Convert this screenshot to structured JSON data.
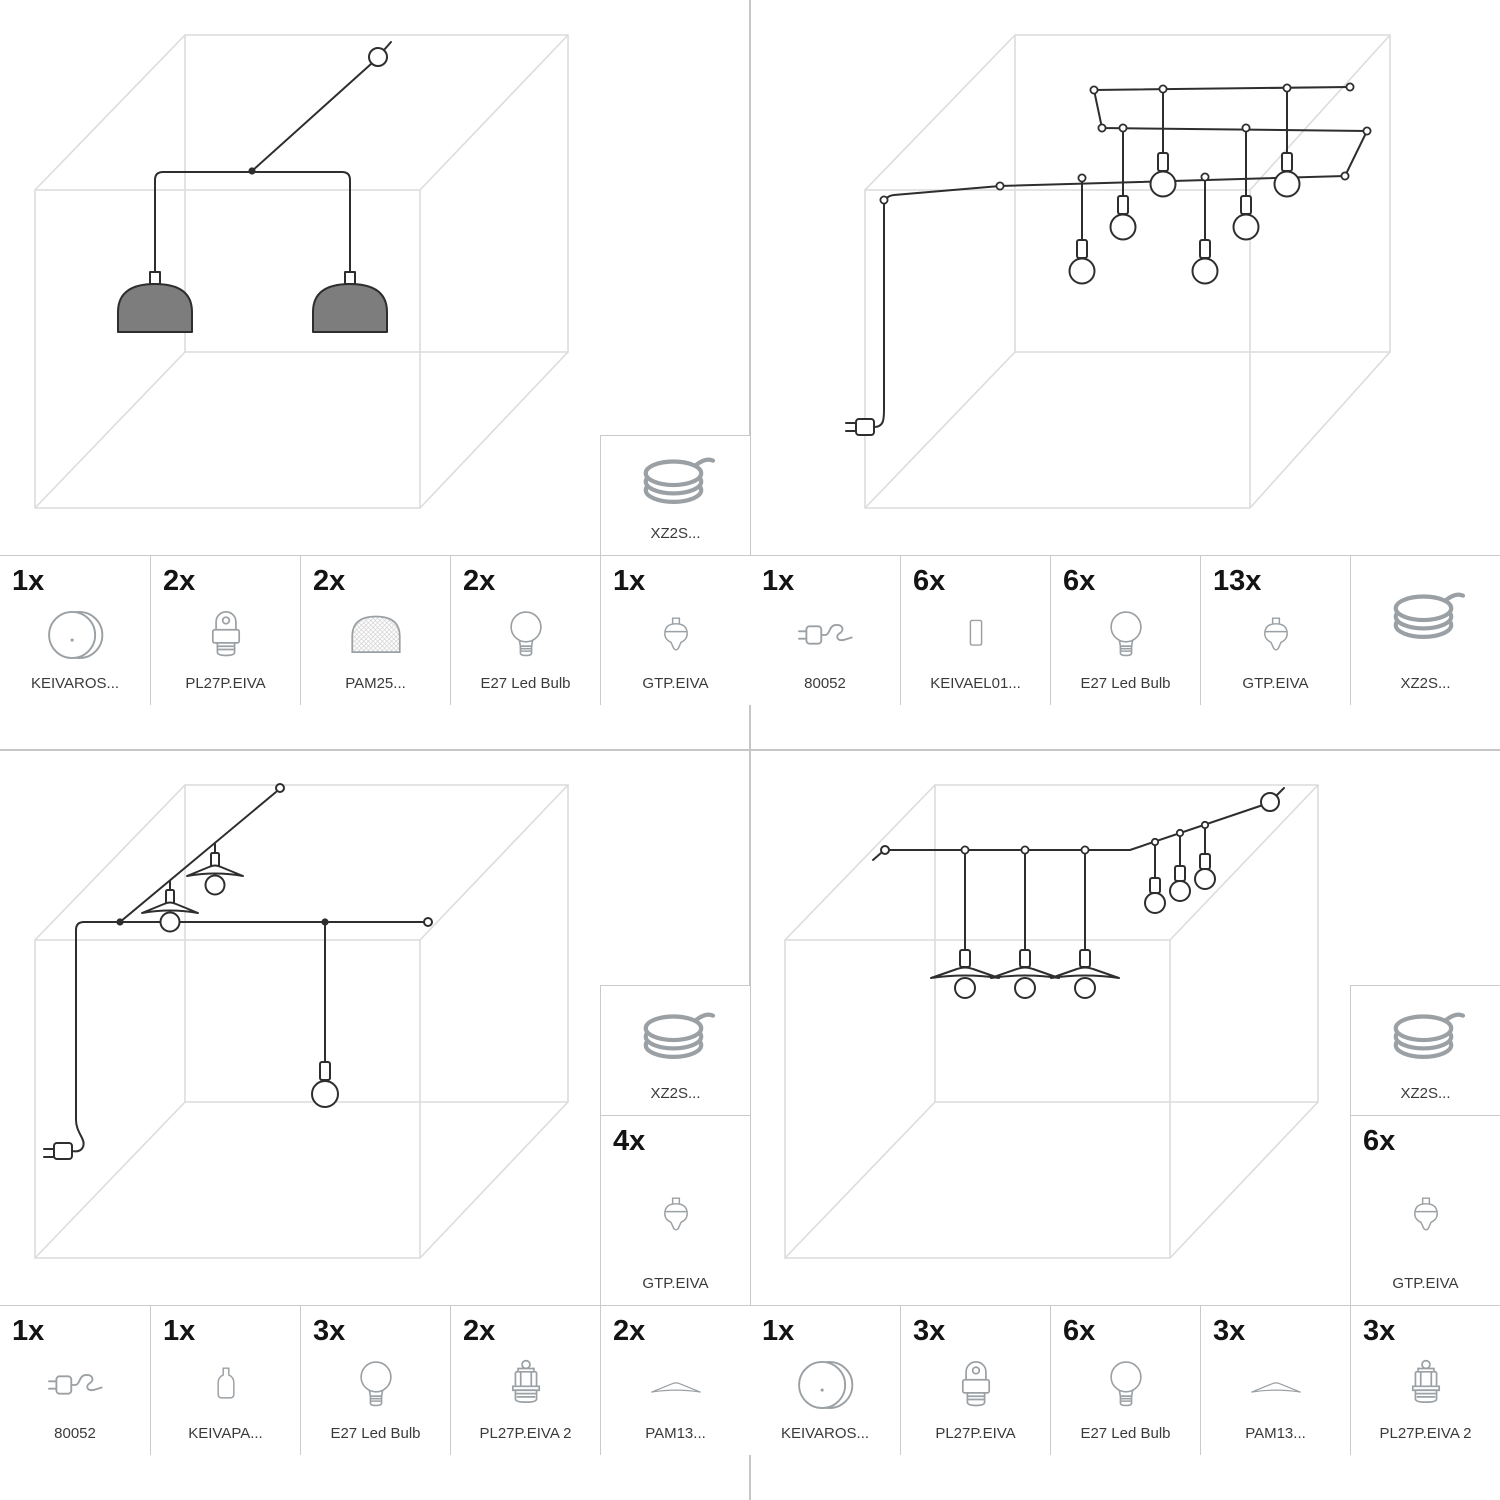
{
  "colors": {
    "cable": "#2e2e2e",
    "room_wireframe": "#dcdcdc",
    "icon_gray": "#9aa0a4",
    "shade_fill": "#7d7d7d",
    "cell_border": "#cacaca"
  },
  "quadrants": {
    "q1": {
      "side": [
        {
          "label": "XZ2S...",
          "icon": "cable-coil-icon"
        }
      ],
      "parts": [
        {
          "qty": "1x",
          "label": "KEIVAROS...",
          "icon": "ceiling-rose-icon"
        },
        {
          "qty": "2x",
          "label": "PL27P.EIVA",
          "icon": "lamp-holder-icon"
        },
        {
          "qty": "2x",
          "label": "PAM25...",
          "icon": "dome-lampshade-icon"
        },
        {
          "qty": "2x",
          "label": "E27 Led Bulb",
          "icon": "led-bulb-icon"
        },
        {
          "qty": "1x",
          "label": "GTP.EIVA",
          "icon": "cable-decentralizer-icon"
        }
      ]
    },
    "q2": {
      "parts": [
        {
          "qty": "1x",
          "label": "80052",
          "icon": "power-plug-icon"
        },
        {
          "qty": "6x",
          "label": "KEIVAEL01...",
          "icon": "connection-cover-icon"
        },
        {
          "qty": "6x",
          "label": "E27 Led Bulb",
          "icon": "led-bulb-icon"
        },
        {
          "qty": "13x",
          "label": "GTP.EIVA",
          "icon": "cable-decentralizer-icon"
        },
        {
          "label": "XZ2S...",
          "icon": "cable-coil-icon"
        }
      ]
    },
    "q3": {
      "side": [
        {
          "label": "XZ2S...",
          "icon": "cable-coil-icon"
        },
        {
          "qty": "4x",
          "label": "GTP.EIVA",
          "icon": "cable-decentralizer-icon"
        },
        {
          "qty": "2x",
          "label": "PAM13...",
          "icon": "flat-lampshade-icon"
        }
      ],
      "parts": [
        {
          "qty": "1x",
          "label": "80052",
          "icon": "power-plug-icon"
        },
        {
          "qty": "1x",
          "label": "KEIVAPA...",
          "icon": "holder-cover-icon"
        },
        {
          "qty": "3x",
          "label": "E27 Led Bulb",
          "icon": "led-bulb-icon"
        },
        {
          "qty": "2x",
          "label": "PL27P.EIVA 2",
          "icon": "lamp-holder-2-icon"
        }
      ]
    },
    "q4": {
      "side": [
        {
          "label": "XZ2S...",
          "icon": "cable-coil-icon"
        },
        {
          "qty": "6x",
          "label": "GTP.EIVA",
          "icon": "cable-decentralizer-icon"
        }
      ],
      "parts": [
        {
          "qty": "1x",
          "label": "KEIVAROS...",
          "icon": "ceiling-rose-icon"
        },
        {
          "qty": "3x",
          "label": "PL27P.EIVA",
          "icon": "lamp-holder-icon"
        },
        {
          "qty": "6x",
          "label": "E27 Led Bulb",
          "icon": "led-bulb-icon"
        },
        {
          "qty": "3x",
          "label": "PAM13...",
          "icon": "flat-lampshade-icon"
        },
        {
          "qty": "3x",
          "label": "PL27P.EIVA 2",
          "icon": "lamp-holder-2-icon"
        }
      ]
    }
  }
}
